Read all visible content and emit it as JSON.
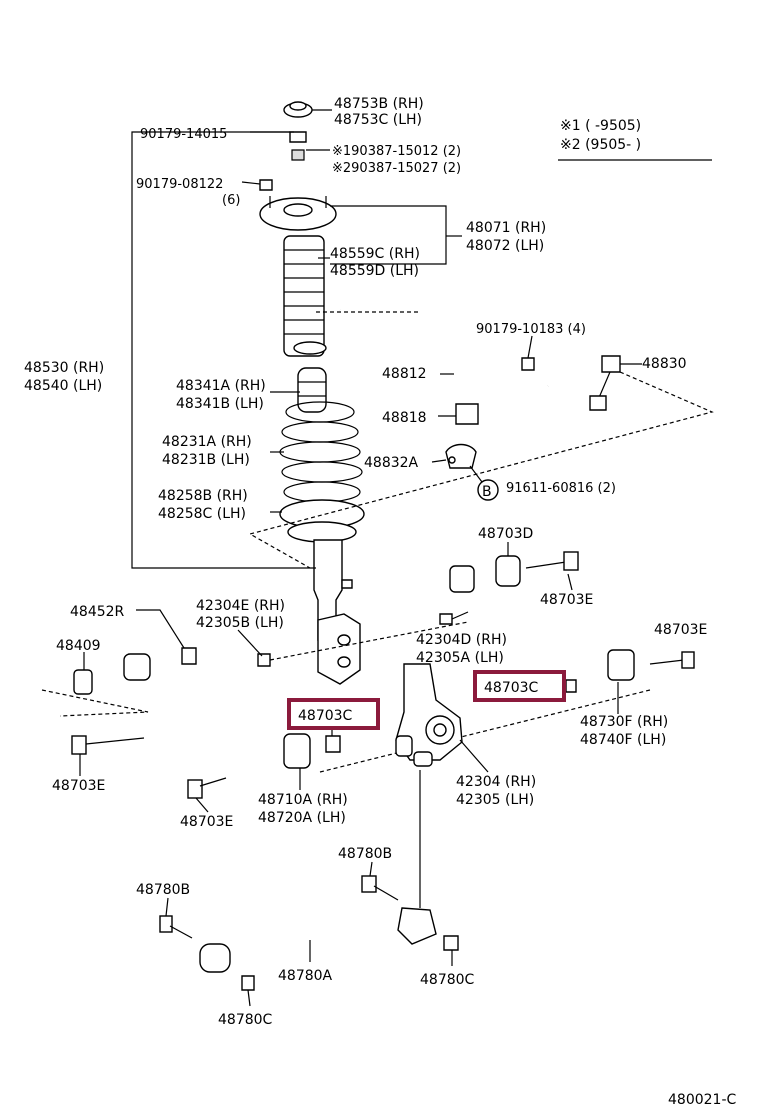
{
  "header": {
    "note1": "※1 (       -9505)",
    "note2": "※2 (9505-        )"
  },
  "labels": {
    "p48753": "48753B (RH)",
    "p48753b": "48753C (LH)",
    "p90179_14015": "90179-14015",
    "p190387": "※190387-15012 (2)",
    "p290387": "※290387-15027 (2)",
    "p90179_08122": "90179-08122",
    "p90179_08122_qty": "(6)",
    "p48071": "48071 (RH)",
    "p48072": "48072 (LH)",
    "p48559c": "48559C (RH)",
    "p48559d": "48559D (LH)",
    "p90179_10183": "90179-10183 (4)",
    "p48830": "48830",
    "p48812": "48812",
    "p48818": "48818",
    "p48832a": "48832A",
    "p91611": "91611-60816 (2)",
    "circle_b": "B",
    "p48530": "48530 (RH)",
    "p48540": "48540 (LH)",
    "p48341a": "48341A (RH)",
    "p48341b": "48341B (LH)",
    "p48231a": "48231A (RH)",
    "p48231b": "48231B (LH)",
    "p48258b": "48258B (RH)",
    "p48258c": "48258C (LH)",
    "p48703d": "48703D",
    "p48703e_top": "48703E",
    "p48452r": "48452R",
    "p42304e": "42304E (RH)",
    "p42305b": "42305B (LH)",
    "p48703e_r": "48703E",
    "p48409": "48409",
    "p42304d": "42304D (RH)",
    "p42305a": "42305A (LH)",
    "p48703c_right": "48703C",
    "p48703c_left": "48703C",
    "p48730f": "48730F (RH)",
    "p48740f": "48740F (LH)",
    "p48703e_left": "48703E",
    "p42304": "42304 (RH)",
    "p42305": "42305 (LH)",
    "p48710a": "48710A (RH)",
    "p48720a": "48720A (LH)",
    "p48703e_mid": "48703E",
    "p48780b_top": "48780B",
    "p48780b_left": "48780B",
    "p48780a": "48780A",
    "p48780c_r": "48780C",
    "p48780c_b": "48780C",
    "diagram_id": "480021-C"
  },
  "colors": {
    "highlight": "#8b1a3c"
  }
}
